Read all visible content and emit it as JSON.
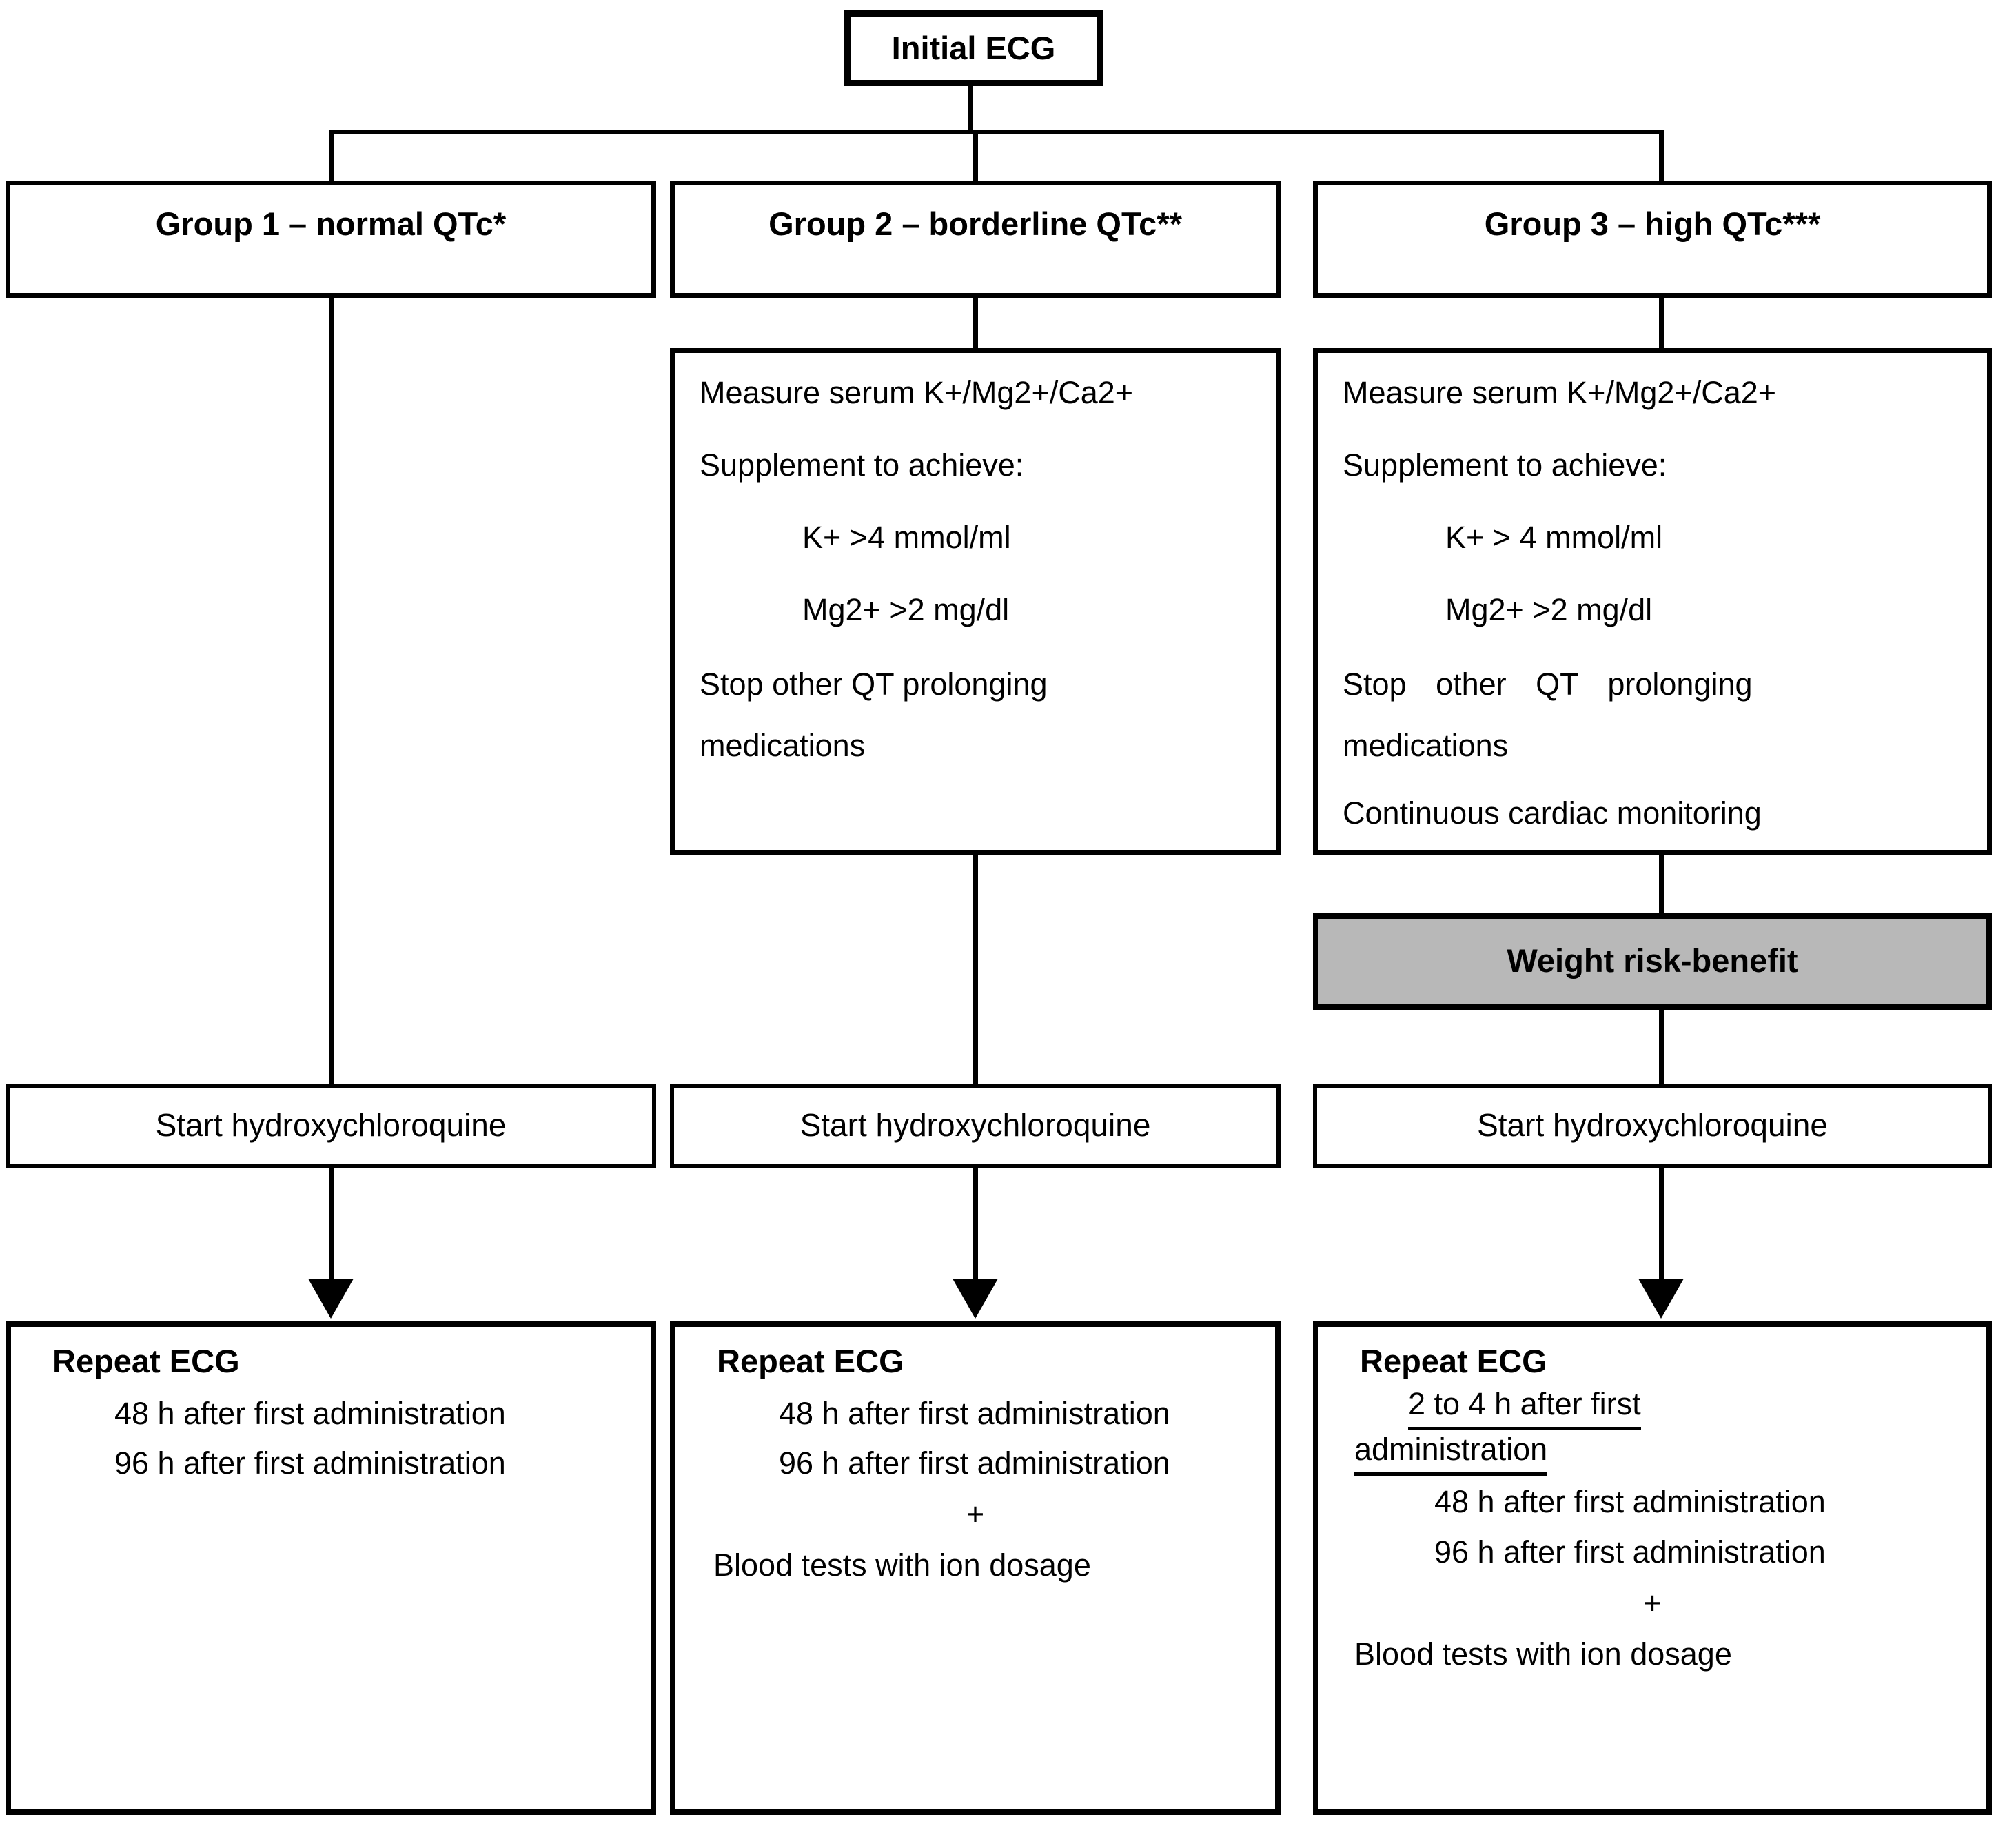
{
  "initial": "Initial ECG",
  "colors": {
    "risk_fill": "#b8b8b8",
    "line": "#000000",
    "background": "#ffffff"
  },
  "columns": [
    {
      "header": "Group 1 – normal QTc*",
      "start": "Start hydroxychloroquine",
      "repeat": {
        "title": "Repeat ECG",
        "h48": "48 h after first administration",
        "h96": "96 h after first administration"
      }
    },
    {
      "header": "Group 2 – borderline QTc**",
      "content": {
        "measure": "Measure serum K+/Mg2+/Ca2+",
        "supplement": "Supplement to achieve:",
        "k": "K+ >4 mmol/ml",
        "mg": "Mg2+ >2 mg/dl",
        "stop1": "Stop other QT prolonging",
        "stop2": "medications"
      },
      "start": "Start hydroxychloroquine",
      "repeat": {
        "title": "Repeat ECG",
        "h48": "48 h after first administration",
        "h96": "96 h after first administration",
        "plus": "+",
        "blood": "Blood tests with ion dosage"
      }
    },
    {
      "header": "Group 3 – high QTc***",
      "content": {
        "measure": "Measure serum K+/Mg2+/Ca2+",
        "supplement": "Supplement to achieve:",
        "k": "K+ > 4 mmol/ml",
        "mg": "Mg2+ >2 mg/dl",
        "stop1": "Stop other QT prolonging",
        "stop2": "medications",
        "monitor": "Continuous cardiac monitoring"
      },
      "risk": "Weight risk-benefit",
      "start": "Start hydroxychloroquine",
      "repeat": {
        "title": "Repeat ECG",
        "early1": "2 to 4 h after first",
        "early2": "administration",
        "h48": "48 h after first administration",
        "h96": "96 h after first administration",
        "plus": "+",
        "blood": "Blood tests with ion dosage"
      }
    }
  ]
}
